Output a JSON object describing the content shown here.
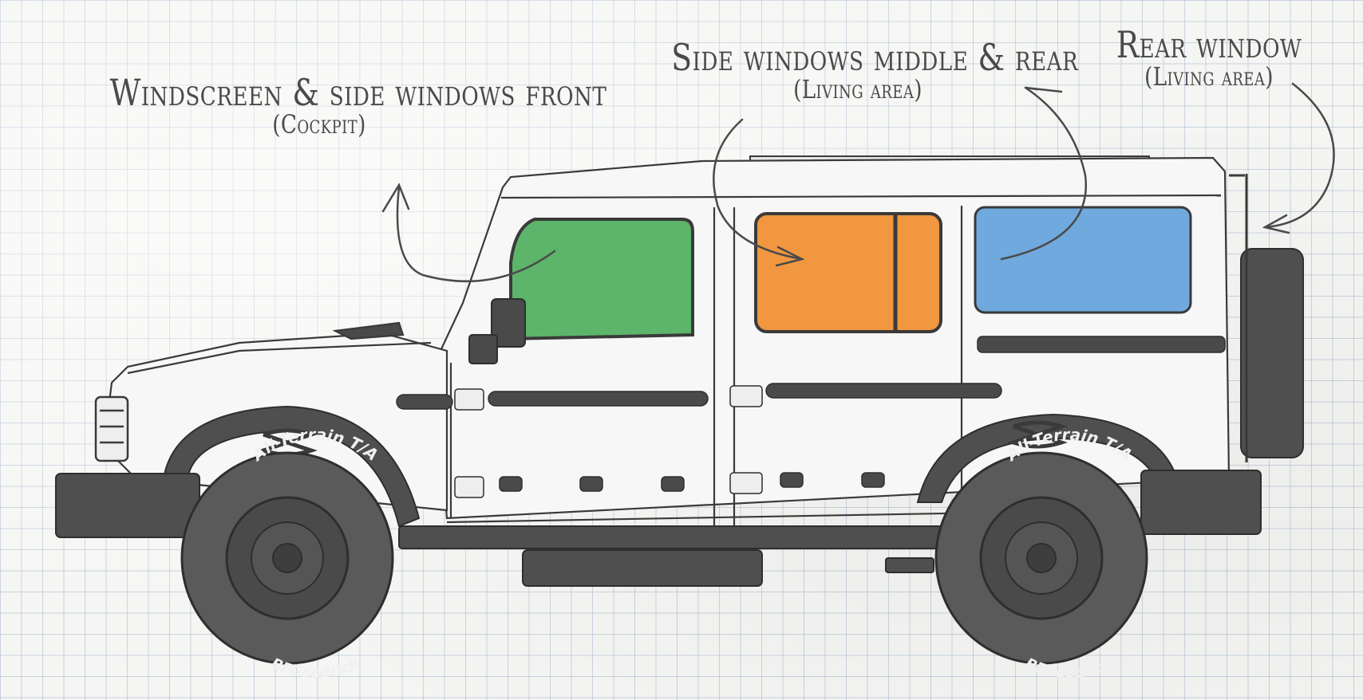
{
  "labels": {
    "front": {
      "title": "Windscreen & side windows front",
      "subtitle": "(Cockpit)"
    },
    "middle": {
      "title": "Side windows middle & rear",
      "subtitle": "(Living area)"
    },
    "rear": {
      "title": "Rear window",
      "subtitle": "(Living area)"
    }
  },
  "tyre": {
    "sidewall_top": "All-Terrain T/A",
    "sidewall_bottom": "BFGoodrich"
  },
  "colors": {
    "front_windows": "#5cb56a",
    "middle_windows": "#f0973f",
    "rear_window": "#6fa9dd",
    "ink": "#4a4a4a",
    "body_outline": "#3a3a3a",
    "dark_parts": "#555555"
  }
}
